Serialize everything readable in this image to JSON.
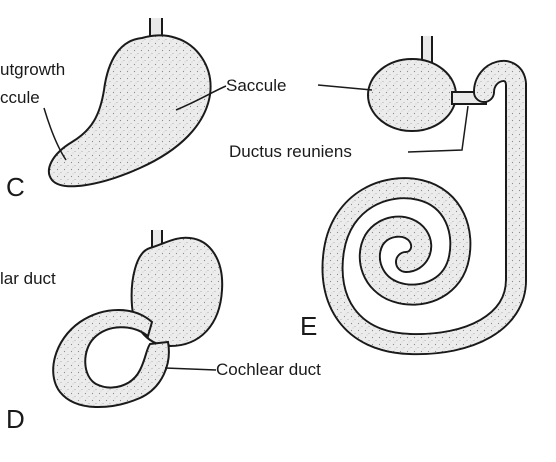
{
  "labels": {
    "outgrowth_line1": "utgrowth",
    "outgrowth_line2": "ccule",
    "saccule": "Saccule",
    "ductus_reuniens": "Ductus reuniens",
    "cochlear_duct_left": "lar duct",
    "cochlear_duct": "Cochlear duct"
  },
  "panels": {
    "c": "C",
    "d": "D",
    "e": "E"
  }
}
